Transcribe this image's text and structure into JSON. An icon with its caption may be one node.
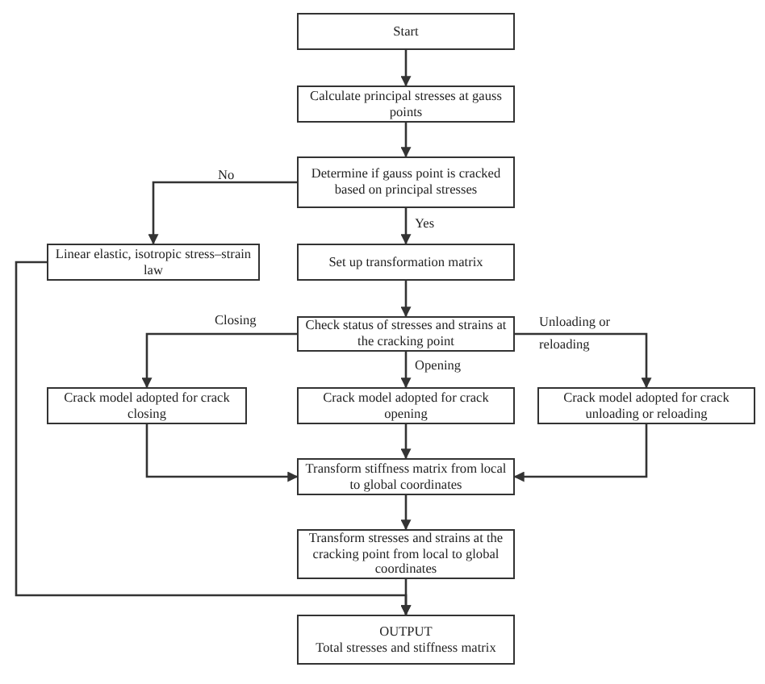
{
  "diagram": {
    "nodes": [
      {
        "text": [
          "Start"
        ]
      },
      {
        "text": [
          "Calculate principal stresses at gauss points"
        ]
      },
      {
        "text": [
          "Determine if gauss point is cracked based on principal stresses"
        ]
      },
      {
        "text": [
          "Linear elastic, isotropic stress–strain law"
        ]
      },
      {
        "text": [
          "Set up transformation matrix"
        ]
      },
      {
        "text": [
          "Check status of stresses and strains at the cracking point"
        ]
      },
      {
        "text": [
          "Crack model adopted for crack closing"
        ]
      },
      {
        "text": [
          "Crack model adopted for crack opening"
        ]
      },
      {
        "text": [
          "Crack model adopted for crack unloading or reloading"
        ]
      },
      {
        "text": [
          "Transform stiffness matrix from local to global coordinates"
        ]
      },
      {
        "text": [
          "Transform stresses and strains at the cracking point from local to global coordinates"
        ]
      },
      {
        "text": [
          "OUTPUT",
          "Total stresses and stiffness matrix"
        ]
      }
    ],
    "edges": [
      {
        "from": 0,
        "to": 1,
        "arrow": "to"
      },
      {
        "from": 1,
        "to": 2,
        "arrow": "to"
      },
      {
        "from": 2,
        "to": 3,
        "arrow": "to",
        "label": "No"
      },
      {
        "from": 2,
        "to": 4,
        "arrow": "to",
        "label": "Yes"
      },
      {
        "from": 4,
        "to": 5,
        "arrow": "to"
      },
      {
        "from": 5,
        "to": 6,
        "arrow": "to",
        "label": "Closing"
      },
      {
        "from": 5,
        "to": 7,
        "arrow": "to",
        "label": "Opening"
      },
      {
        "from": 5,
        "to": 8,
        "arrow": "to",
        "label": "Unloading or reloading"
      },
      {
        "from": 6,
        "to": 9,
        "arrow": "to"
      },
      {
        "from": 7,
        "to": 9,
        "arrow": "to"
      },
      {
        "from": 8,
        "to": 9,
        "arrow": "to"
      },
      {
        "from": 9,
        "to": 10,
        "arrow": "to"
      },
      {
        "from": 10,
        "to": 11,
        "arrow": "to"
      },
      {
        "from": 3,
        "to": 11,
        "arrow": "to"
      }
    ]
  }
}
